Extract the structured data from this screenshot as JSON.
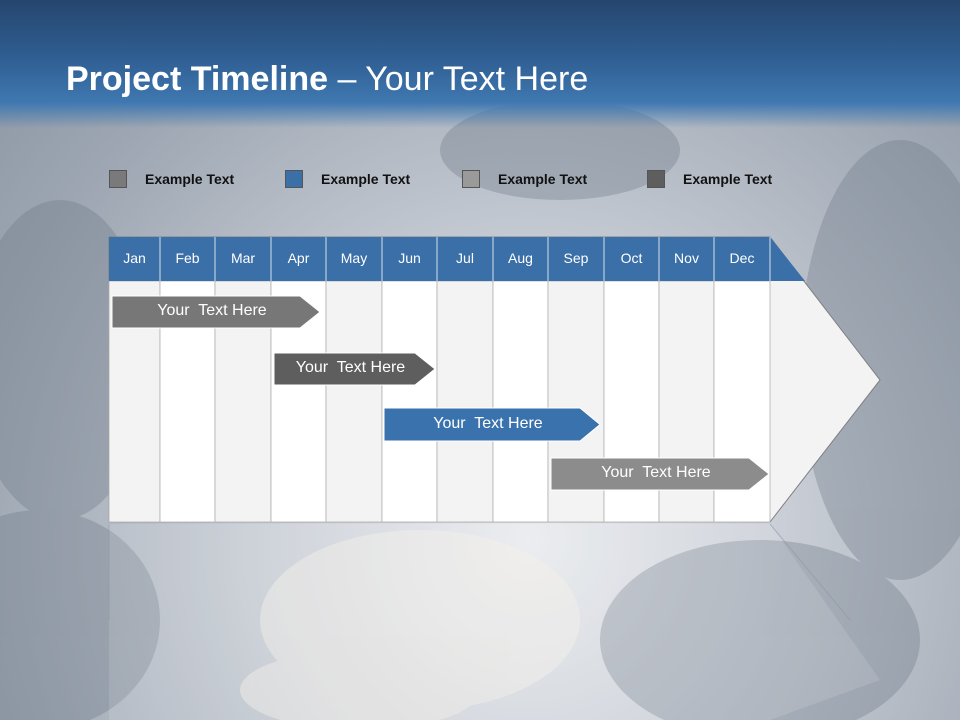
{
  "slide": {
    "title_bold": "Project Timeline",
    "title_rest": " – Your Text Here"
  },
  "legend": [
    {
      "label": "Example Text",
      "color": "#7a7a7a"
    },
    {
      "label": "Example Text",
      "color": "#3a6fa8"
    },
    {
      "label": "Example Text",
      "color": "#9a9a9a"
    },
    {
      "label": "Example Text",
      "color": "#5e5e5e"
    }
  ],
  "months": [
    "Jan",
    "Feb",
    "Mar",
    "Apr",
    "May",
    "Jun",
    "Jul",
    "Aug",
    "Sep",
    "Oct",
    "Nov",
    "Dec"
  ],
  "tasks": [
    {
      "label": "Your  Text Here",
      "color": "#777777"
    },
    {
      "label": "Your  Text Here",
      "color": "#5e5e5e"
    },
    {
      "label": "Your  Text Here",
      "color": "#3a72ad"
    },
    {
      "label": "Your  Text Here",
      "color": "#8c8c8c"
    }
  ],
  "colors": {
    "header_blue": "#3a6fa8",
    "grid_light": "#f3f3f3",
    "grid_white": "#ffffff"
  }
}
